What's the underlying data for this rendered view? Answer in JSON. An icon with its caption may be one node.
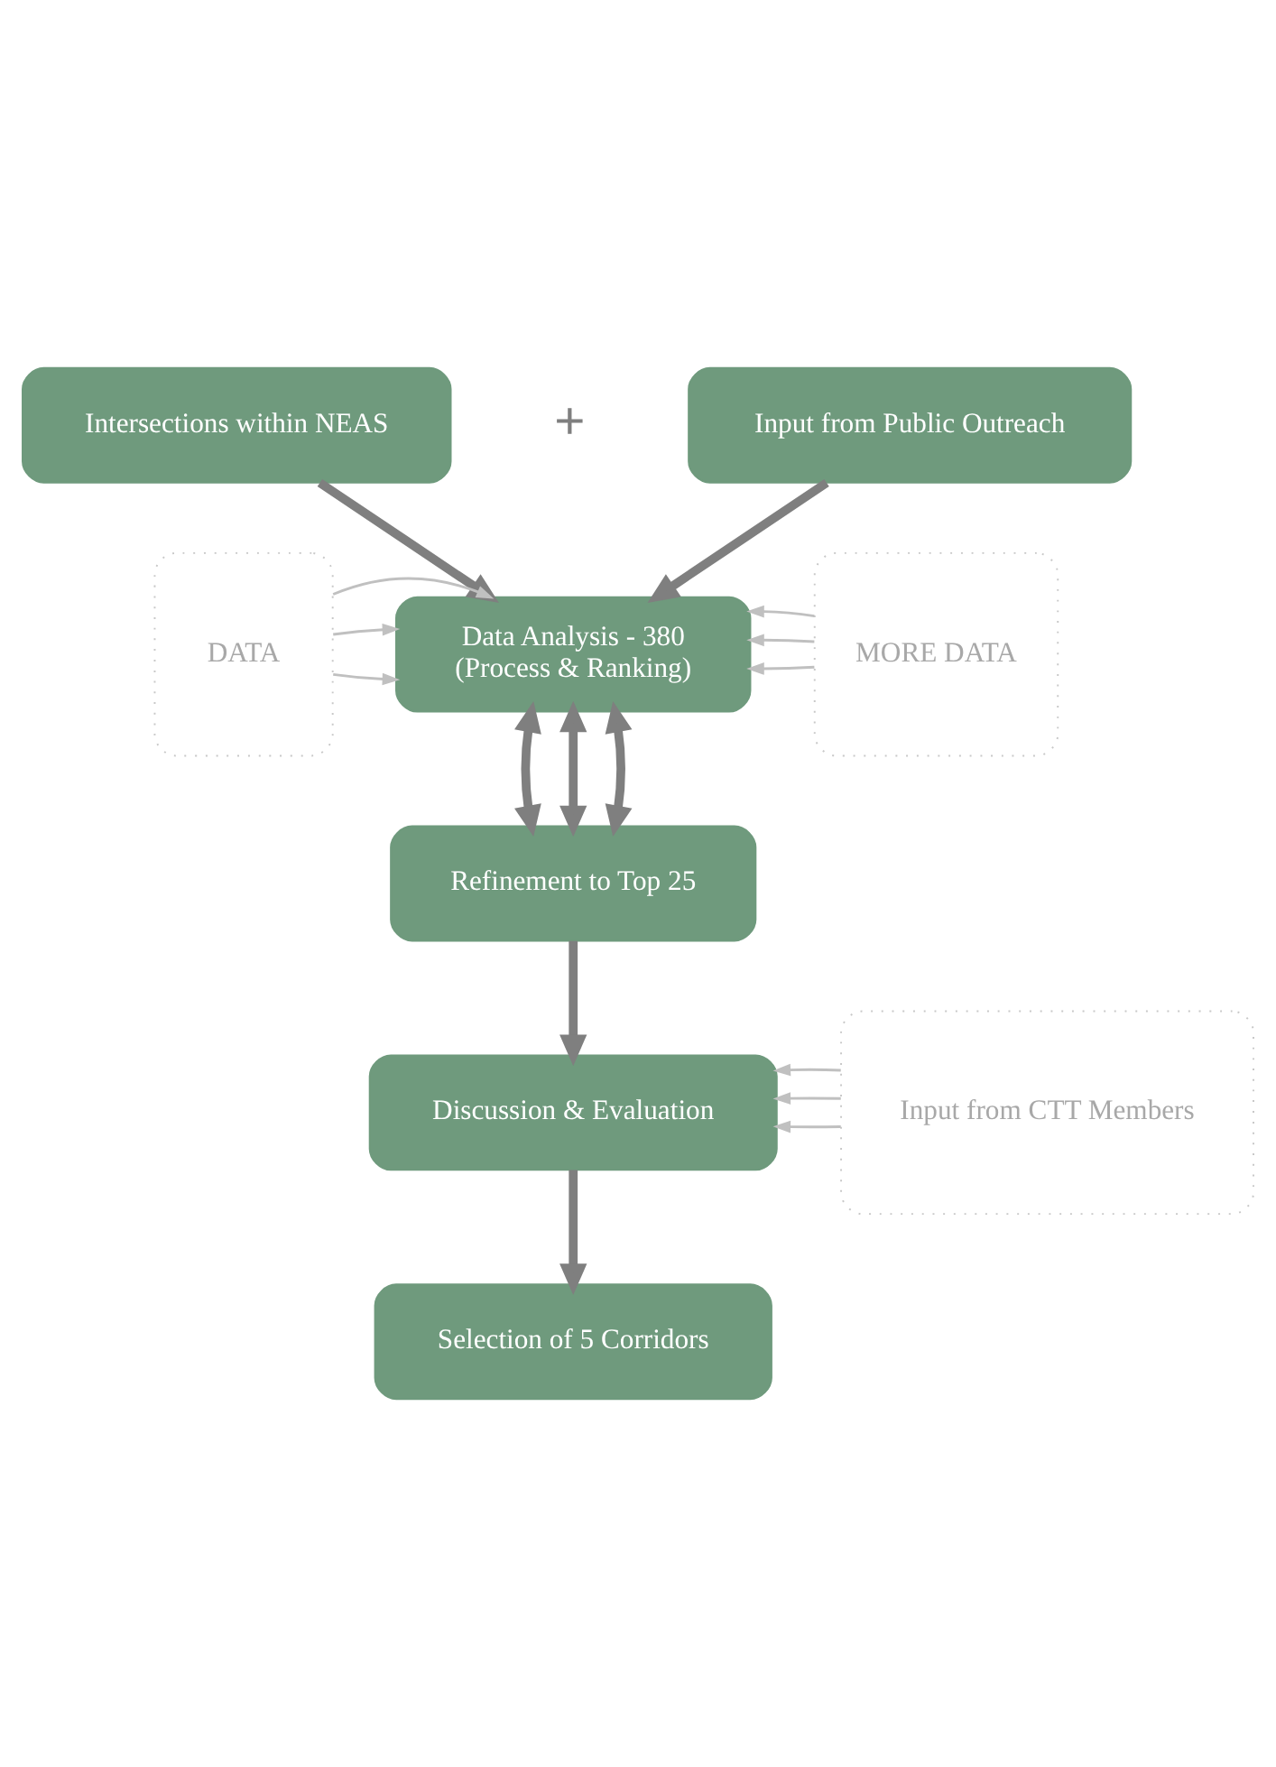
{
  "diagram": {
    "nodes": [
      {
        "text": [
          "Intersections within NEAS"
        ]
      },
      {
        "text": [
          "Input from Public Outreach"
        ]
      },
      {
        "text": [
          "DATA"
        ]
      },
      {
        "text": [
          "Data Analysis - 380",
          "(Process & Ranking)"
        ]
      },
      {
        "text": [
          "MORE DATA"
        ]
      },
      {
        "text": [
          "Refinement to Top 25"
        ]
      },
      {
        "text": [
          "Discussion & Evaluation"
        ]
      },
      {
        "text": [
          "Input from CTT Members"
        ]
      },
      {
        "text": [
          "Selection of 5 Corridors"
        ]
      }
    ],
    "edges": [
      {
        "from": 0,
        "to": 3,
        "arrow": "to",
        "style": "thick",
        "color": "#7f7f7f"
      },
      {
        "from": 1,
        "to": 3,
        "arrow": "to",
        "style": "thick",
        "color": "#7f7f7f"
      },
      {
        "from": 2,
        "to": 3,
        "arrow": "to"
      },
      {
        "from": 2,
        "to": 3,
        "arrow": "to"
      },
      {
        "from": 2,
        "to": 3,
        "arrow": "to"
      },
      {
        "from": 4,
        "to": 3,
        "arrow": "to"
      },
      {
        "from": 4,
        "to": 3,
        "arrow": "to"
      },
      {
        "from": 4,
        "to": 3,
        "arrow": "to"
      },
      {
        "from": 3,
        "to": 5,
        "arrow": "both",
        "style": "thick",
        "color": "#7f7f7f"
      },
      {
        "from": 3,
        "to": 5,
        "arrow": "both",
        "style": "thick",
        "color": "#7f7f7f"
      },
      {
        "from": 3,
        "to": 5,
        "arrow": "both",
        "style": "thick",
        "color": "#7f7f7f"
      },
      {
        "from": 5,
        "to": 6,
        "arrow": "to",
        "style": "thick",
        "color": "#7f7f7f"
      },
      {
        "from": 7,
        "to": 6,
        "arrow": "to"
      },
      {
        "from": 7,
        "to": 6,
        "arrow": "to"
      },
      {
        "from": 7,
        "to": 6,
        "arrow": "to"
      },
      {
        "from": 6,
        "to": 8,
        "arrow": "to",
        "style": "thick",
        "color": "#7f7f7f"
      }
    ],
    "labels": [
      "+"
    ]
  }
}
